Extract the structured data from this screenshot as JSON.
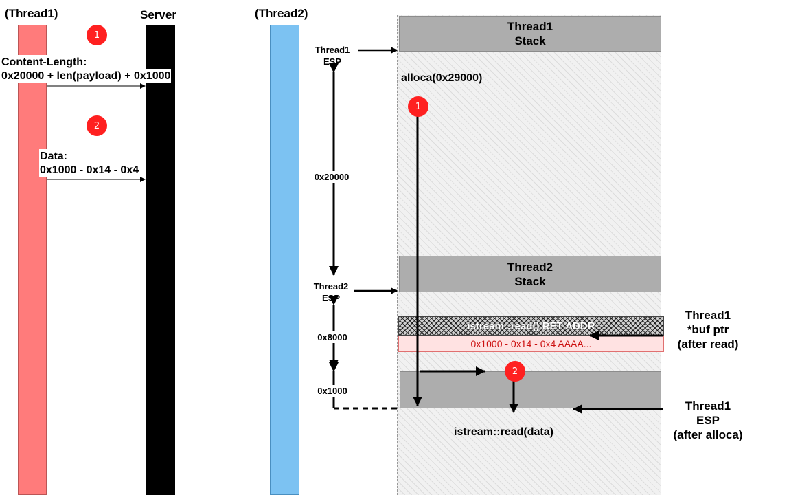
{
  "columns": {
    "thread1": "(Thread1)",
    "server": "Server",
    "thread2": "(Thread2)"
  },
  "badges": {
    "one": "1",
    "two": "2"
  },
  "messages": {
    "content_length_label": "Content-Length:",
    "content_length_value": "0x20000 + len(payload) + 0x1000",
    "data_label": "Data:",
    "data_value": "0x1000 - 0x14 - 0x4"
  },
  "stack": {
    "thread1_stack": [
      "Thread1",
      "Stack"
    ],
    "thread2_stack": [
      "Thread2",
      "Stack"
    ],
    "alloca": "alloca(0x29000)",
    "ret_addr": "istream::read() RET ADDR",
    "payload": "0x1000 - 0x14 - 0x4  AAAA...",
    "read_call": "istream::read(data)"
  },
  "pointers": {
    "thread1_esp": [
      "Thread1",
      "ESP"
    ],
    "thread2_esp": [
      "Thread2",
      "ESP"
    ],
    "buf_ptr": [
      "Thread1",
      "*buf ptr",
      "(after read)"
    ],
    "esp_after_alloca": [
      "Thread1",
      "ESP",
      "(after alloca)"
    ]
  },
  "sizes": {
    "s20000": "0x20000",
    "s8000": "0x8000",
    "s1000": "0x1000"
  },
  "colors": {
    "thread1": "#ff7b7b",
    "server": "#000000",
    "thread2": "#7cc2f2",
    "stack_box": "#adadad",
    "badge": "#ff2020"
  }
}
